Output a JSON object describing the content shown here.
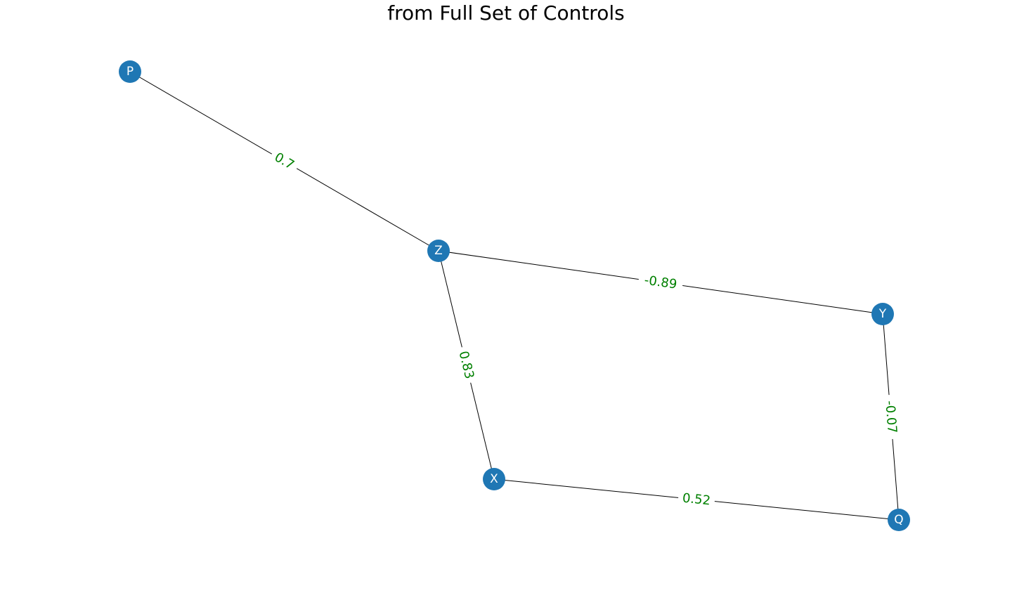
{
  "title_lines": [
    "",
    "from Full Set of Controls"
  ],
  "colors": {
    "node_fill": "#1f77b4",
    "node_label": "#ffffff",
    "edge": "#000000",
    "edge_label": "#008000"
  },
  "nodes": [
    {
      "id": "P",
      "label": "P"
    },
    {
      "id": "Z",
      "label": "Z"
    },
    {
      "id": "Y",
      "label": "Y"
    },
    {
      "id": "X",
      "label": "X"
    },
    {
      "id": "Q",
      "label": "Q"
    }
  ],
  "edges": [
    {
      "source": "P",
      "target": "Z",
      "weight": "0.7"
    },
    {
      "source": "Z",
      "target": "Y",
      "weight": "-0.89"
    },
    {
      "source": "Z",
      "target": "X",
      "weight": "0.83"
    },
    {
      "source": "Y",
      "target": "Q",
      "weight": "-0.07"
    },
    {
      "source": "X",
      "target": "Q",
      "weight": "0.52"
    }
  ]
}
